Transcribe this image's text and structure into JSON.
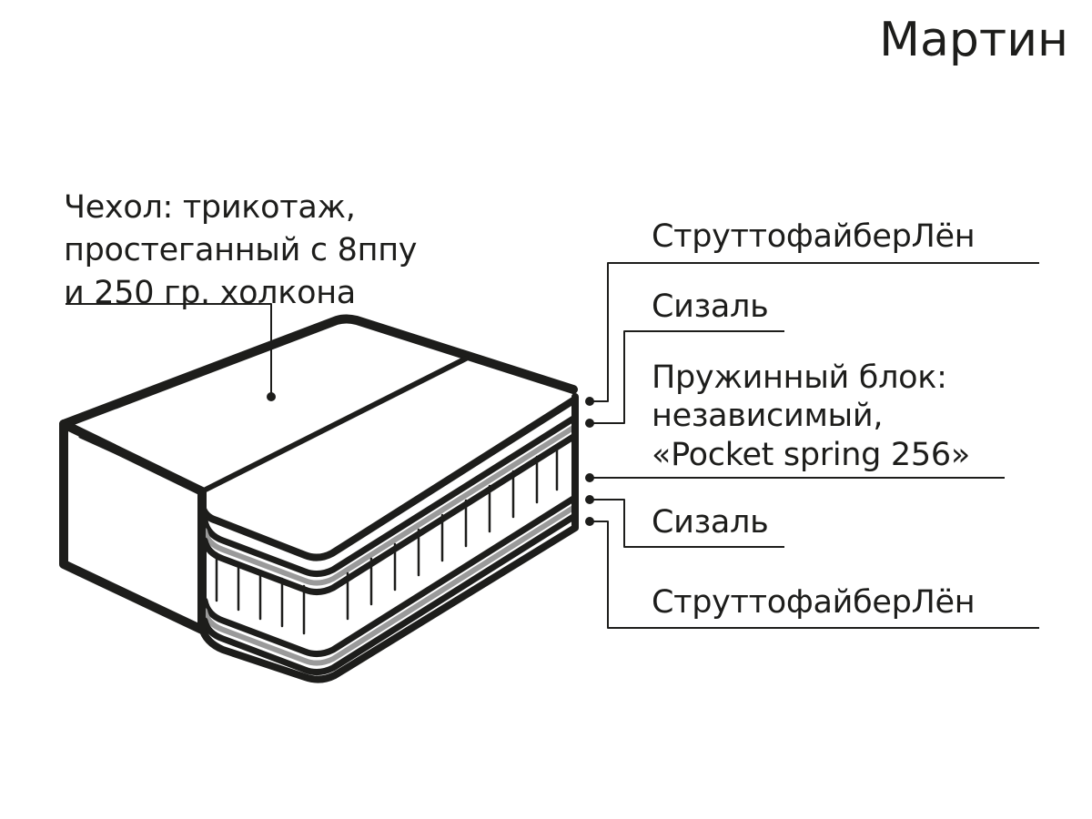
{
  "title": "Мартин",
  "cover_label": {
    "lines": [
      "Чехол: трикотаж,",
      "простеганный с 8ппу",
      "и 250 гр. холкона"
    ]
  },
  "layers": [
    {
      "label": "СтруттофайберЛён"
    },
    {
      "label": "Сизаль"
    },
    {
      "lines": [
        "Пружинный блок:",
        "независимый,",
        "«Pocket spring 256»"
      ]
    },
    {
      "label": "Сизаль"
    },
    {
      "label": "СтруттофайберЛён"
    }
  ],
  "colors": {
    "ink": "#1d1d1b",
    "band": "#9a9a9a",
    "background": "#ffffff"
  }
}
